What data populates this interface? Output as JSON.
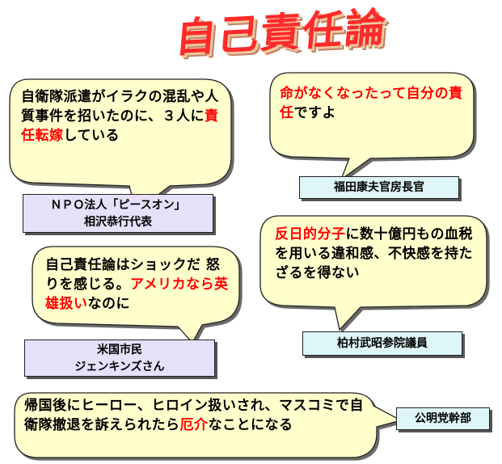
{
  "title": "自己責任論",
  "bubble1": {
    "pre": "自衛隊派遣がイラクの混乱や人質事件を招いたのに、３人に",
    "red": "責任転嫁",
    "post": "している"
  },
  "label1": {
    "line1": "ＮＰＯ法人「ピースオン」",
    "line2": "相沢恭行代表"
  },
  "bubble2": {
    "red1": "命がなくなったって自分の",
    "red2": "責任",
    "post": "ですよ"
  },
  "label2": {
    "text": "福田康夫官房長官"
  },
  "bubble3": {
    "pre": "自己責任論はショックだ 怒りを感じる。",
    "red": "アメリカなら英雄扱い",
    "post": "なのに"
  },
  "label3": {
    "line1": "米国市民",
    "line2": "ジェンキンズさん"
  },
  "bubble4": {
    "red": "反日的分子",
    "post": "に数十億円もの血税を用いる違和感、不快感を持たざるを得ない"
  },
  "label4": {
    "text": "柏村武昭参院議員"
  },
  "bubble5": {
    "pre": "帰国後にヒーロー、ヒロイン扱いされ、マスコミで自衛隊撤退を訴えられたら",
    "red": "厄介",
    "post": "なことになる"
  },
  "label5": {
    "text": "公明党幹部"
  },
  "colors": {
    "bubble_fill": "#ffffcc",
    "accent_red": "#ff0000",
    "label_lavender": "#e6e0f8",
    "label_cyan": "#dff6f8"
  }
}
